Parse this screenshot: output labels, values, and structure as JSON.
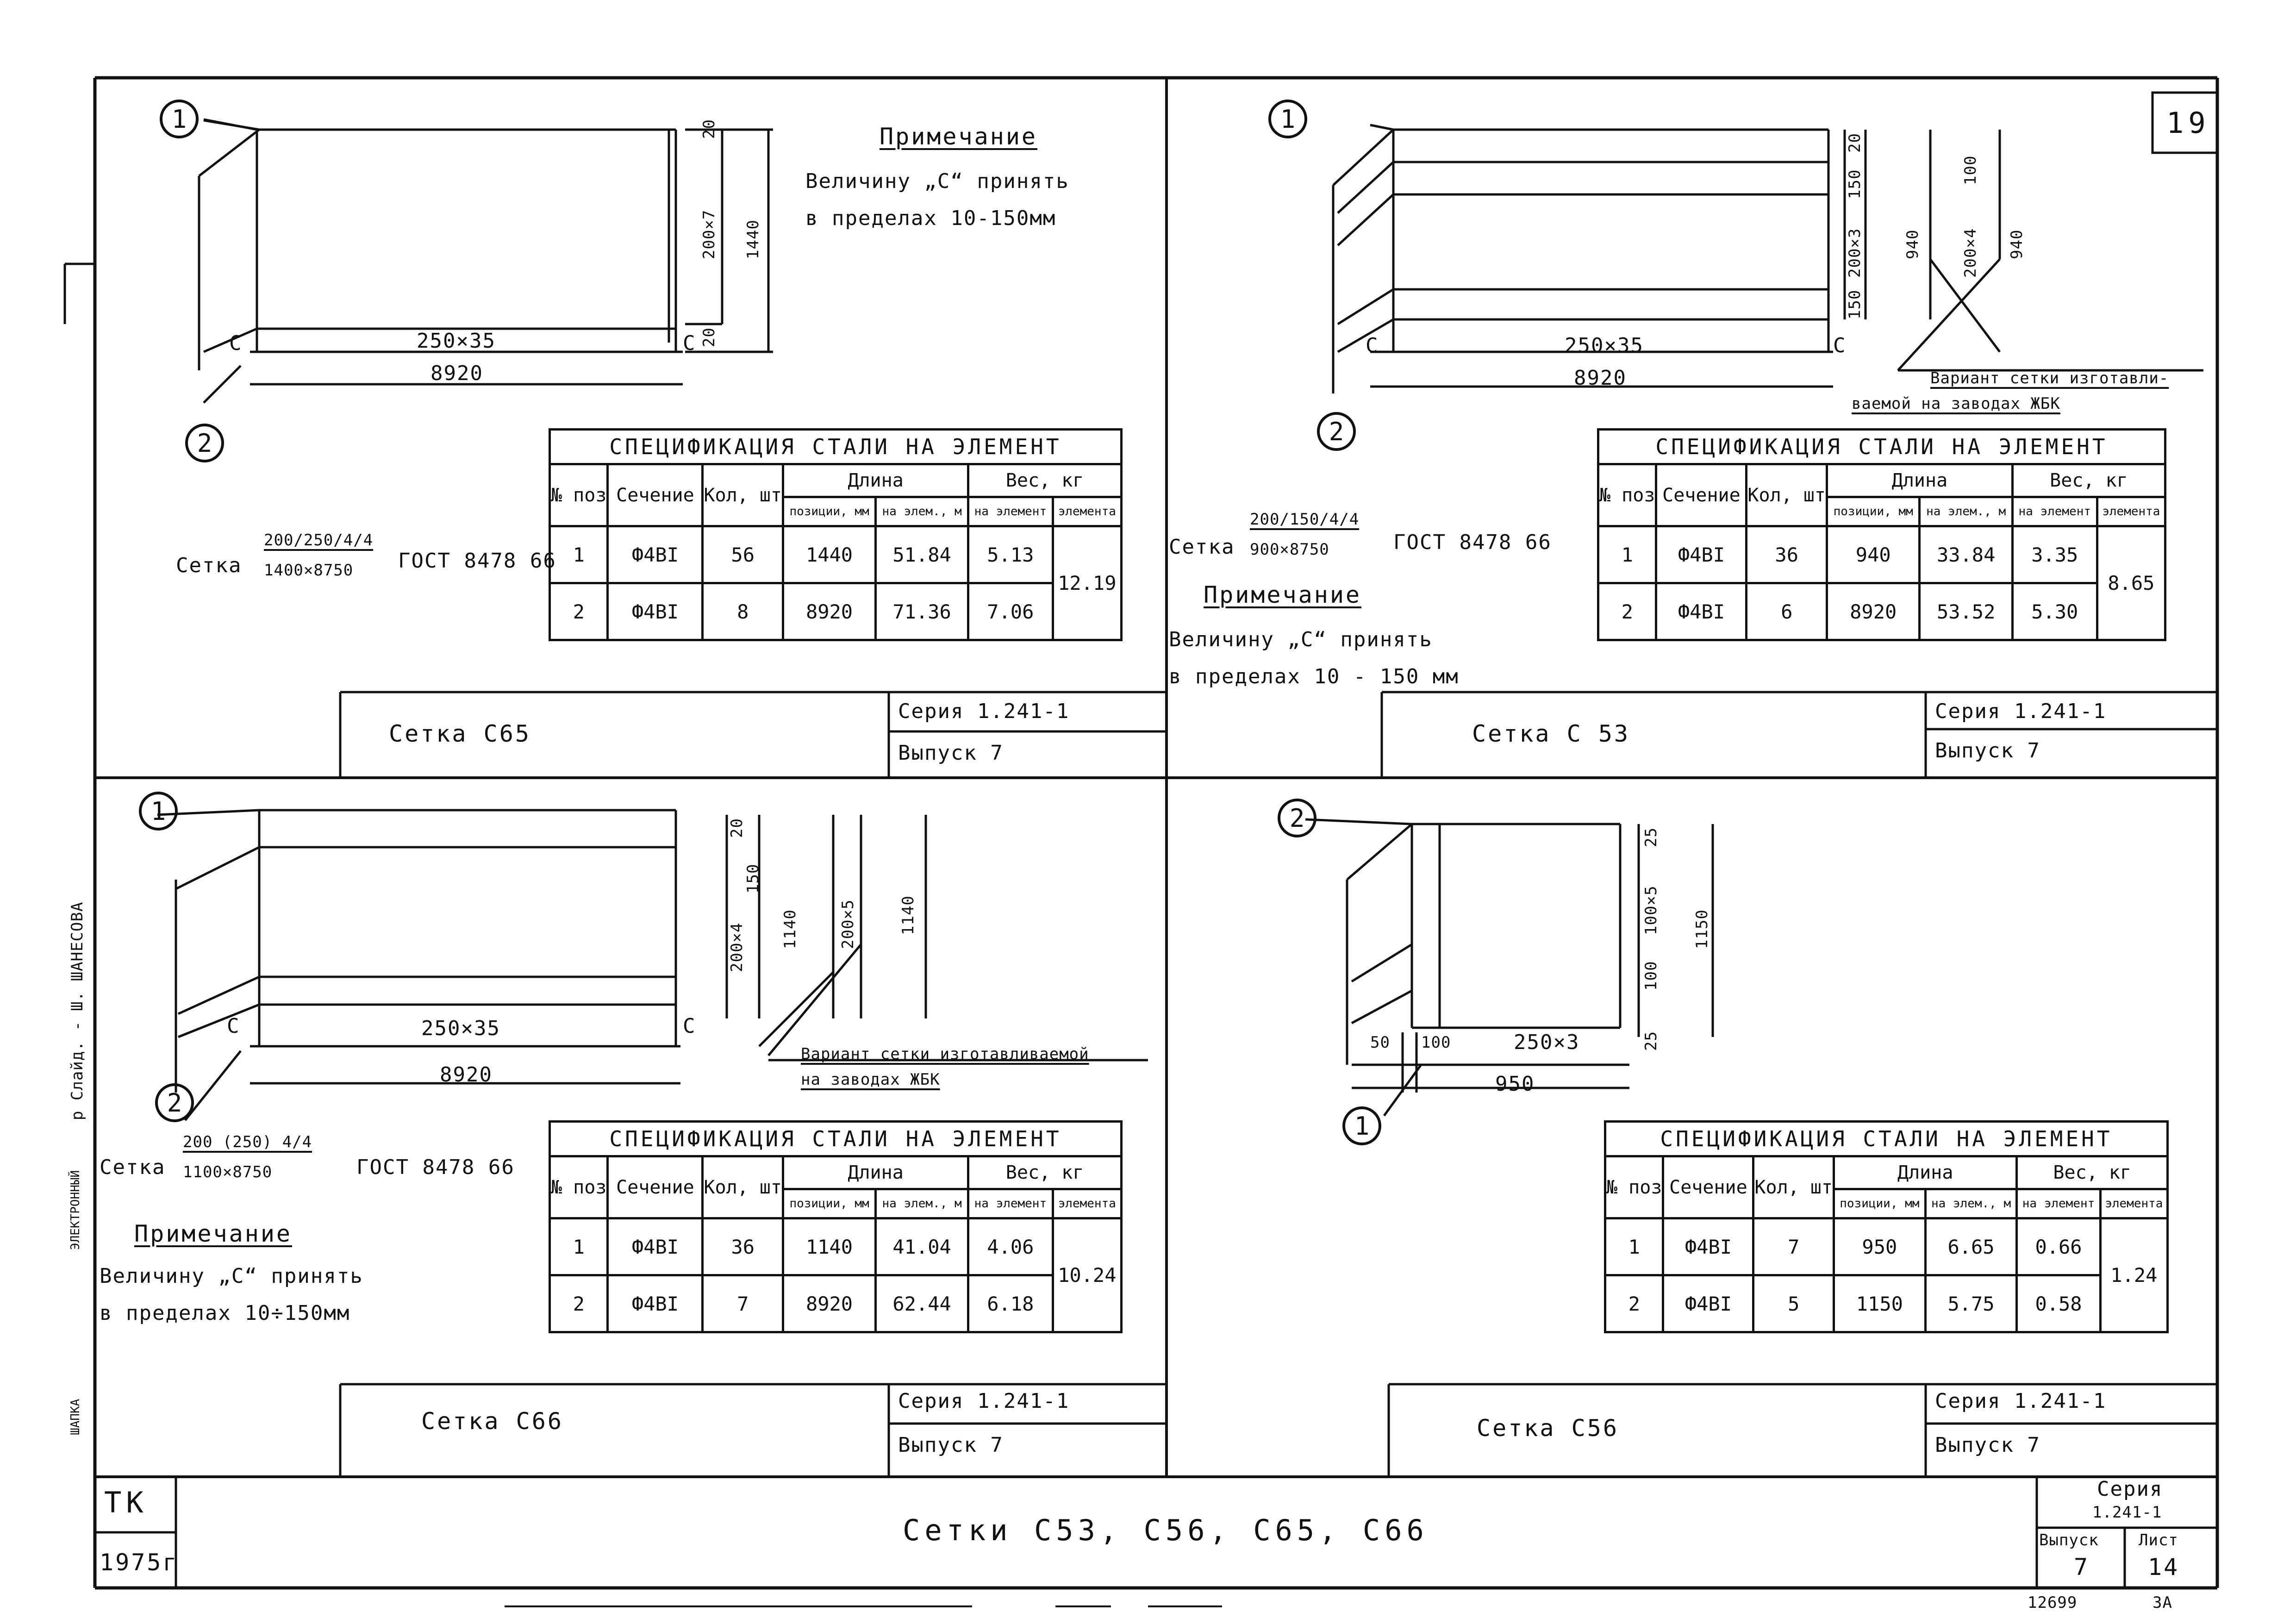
{
  "page_number": "19",
  "marker_1": "1",
  "marker_2": "2",
  "side_note": "р Слайд. - Ш. ШАНЕСОВА",
  "side_left": "ЭЛЕКТРОННЫЙ",
  "side_left2": "ШАПКА",
  "c_label": "С",
  "spec_headers": {
    "title": "СПЕЦИФИКАЦИЯ СТАЛИ НА ЭЛЕМЕНТ",
    "pos": "№ поз",
    "section": "Сечение",
    "qty": "Кол, шт",
    "length": "Длина",
    "weight": "Вес, кг",
    "len_pos": "позиции, мм",
    "len_elem": "на элем., м",
    "w_elem": "на элемент",
    "w_total": "элемента"
  },
  "panels": {
    "c65": {
      "note_title": "Примечание",
      "note_line1": "Величину „С“ принять",
      "note_line2": "в пределах 10-150мм",
      "formula_prefix": "Сетка",
      "formula_top": "200/250/4/4",
      "formula_bottom": "1400×8750",
      "formula_gost": "ГОСТ 8478 66",
      "dim_span": "250×35",
      "dim_total": "8920",
      "dim_v1": "200×7",
      "dim_v2": "1440",
      "dim_top": "20",
      "dim_bottom": "20",
      "rows": [
        {
          "pos": "1",
          "section": "Ф4ВI",
          "qty": "56",
          "len_pos": "1440",
          "len_elem": "51.84",
          "w_elem": "5.13"
        },
        {
          "pos": "2",
          "section": "Ф4ВI",
          "qty": "8",
          "len_pos": "8920",
          "len_elem": "71.36",
          "w_elem": "7.06"
        }
      ],
      "w_total": "12.19",
      "stamp_name": "Сетка С65",
      "stamp_series": "Серия 1.241-1",
      "stamp_issue": "Выпуск 7"
    },
    "c53": {
      "note_title": "Примечание",
      "note_line1": "Величину „С“ принять",
      "note_line2": "в пределах 10 - 150 мм",
      "formula_prefix": "Сетка",
      "formula_top": "200/150/4/4",
      "formula_bottom": "900×8750",
      "formula_gost": "ГОСТ 8478 66",
      "variant_line1": "Вариант сетки изготавли-",
      "variant_line2": "ваемой на заводах ЖБК",
      "dim_span": "250×35",
      "dim_total": "8920",
      "dim_v1": "200×3",
      "dim_v2": "940",
      "dim_v3": "200×4",
      "dim_v4": "940",
      "dim_150a": "150",
      "dim_150b": "150",
      "dim_100": "100",
      "dim_20": "20",
      "rows": [
        {
          "pos": "1",
          "section": "Ф4ВI",
          "qty": "36",
          "len_pos": "940",
          "len_elem": "33.84",
          "w_elem": "3.35"
        },
        {
          "pos": "2",
          "section": "Ф4ВI",
          "qty": "6",
          "len_pos": "8920",
          "len_elem": "53.52",
          "w_elem": "5.30"
        }
      ],
      "w_total": "8.65",
      "stamp_name": "Сетка С 53",
      "stamp_series": "Серия 1.241-1",
      "stamp_issue": "Выпуск 7"
    },
    "c66": {
      "note_title": "Примечание",
      "note_line1": "Величину „С“ принять",
      "note_line2": "в пределах 10÷150мм",
      "formula_prefix": "Сетка",
      "formula_top": "200 (250) 4/4",
      "formula_bottom": "1100×8750",
      "formula_gost": "ГОСТ 8478 66",
      "variant_line1": "Вариант сетки изготавливаемой",
      "variant_line2": "на заводах ЖБК",
      "dim_span": "250×35",
      "dim_total": "8920",
      "dim_v1": "200×4",
      "dim_v2": "1140",
      "dim_v3": "200×5",
      "dim_v4": "1140",
      "dim_150": "150",
      "dim_20": "20",
      "rows": [
        {
          "pos": "1",
          "section": "Ф4ВI",
          "qty": "36",
          "len_pos": "1140",
          "len_elem": "41.04",
          "w_elem": "4.06"
        },
        {
          "pos": "2",
          "section": "Ф4ВI",
          "qty": "7",
          "len_pos": "8920",
          "len_elem": "62.44",
          "w_elem": "6.18"
        }
      ],
      "w_total": "10.24",
      "stamp_name": "Сетка С66",
      "stamp_series": "Серия 1.241-1",
      "stamp_issue": "Выпуск 7"
    },
    "c56": {
      "dim_50": "50",
      "dim_100": "100",
      "dim_span": "250×3",
      "dim_total": "950",
      "dim_v1": "100×5",
      "dim_v2": "1150",
      "dim_25": "25",
      "dim_100b": "100",
      "dim_25b": "25",
      "rows": [
        {
          "pos": "1",
          "section": "Ф4ВI",
          "qty": "7",
          "len_pos": "950",
          "len_elem": "6.65",
          "w_elem": "0.66"
        },
        {
          "pos": "2",
          "section": "Ф4ВI",
          "qty": "5",
          "len_pos": "1150",
          "len_elem": "5.75",
          "w_elem": "0.58"
        }
      ],
      "w_total": "1.24",
      "stamp_name": "Сетка С56",
      "stamp_series": "Серия 1.241-1",
      "stamp_issue": "Выпуск 7"
    }
  },
  "title_block": {
    "org": "ТК",
    "year": "1975г",
    "title": "Сетки С53, С56, С65, С66",
    "series_label": "Серия",
    "series_value": "1.241-1",
    "issue_label": "Выпуск",
    "sheet_label": "Лист",
    "issue_value": "7",
    "sheet_value": "14",
    "footer_code": "12699",
    "footer_fmt": "3А"
  }
}
